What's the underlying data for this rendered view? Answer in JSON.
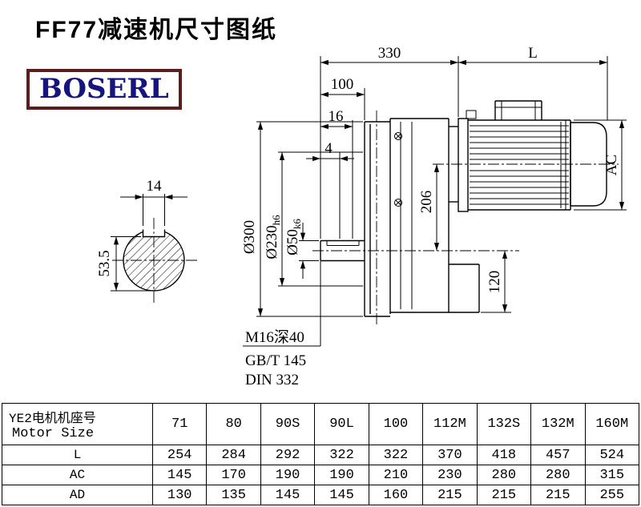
{
  "page": {
    "title": "FF77减速机尺寸图纸"
  },
  "logo": {
    "text": "BOSERL"
  },
  "colors": {
    "logo_border": "#5a1e1e",
    "logo_text": "#15157d",
    "line": "#000000"
  },
  "drawing": {
    "dim_330": "330",
    "dim_L": "L",
    "dim_100": "100",
    "dim_16": "16",
    "dim_4": "4",
    "dim_14": "14",
    "dim_53_5": "53.5",
    "dim_206": "206",
    "dim_120": "120",
    "dim_AC": "AC",
    "dia_300": "Ø300",
    "dia_230": "Ø230",
    "dia_230_tol": "h6",
    "dia_50": "Ø50",
    "dia_50_tol": "k6",
    "note_tap": "M16深40",
    "note_gb": "GB/T 145",
    "note_din": "DIN 332"
  },
  "table": {
    "motor_label_cn": "YE2电机机座号",
    "motor_label_en": "Motor Size",
    "sizes": [
      "71",
      "80",
      "90S",
      "90L",
      "100",
      "112M",
      "132S",
      "132M",
      "160M"
    ],
    "rows": [
      {
        "label": "L",
        "values": [
          "254",
          "284",
          "292",
          "322",
          "322",
          "370",
          "418",
          "457",
          "524"
        ]
      },
      {
        "label": "AC",
        "values": [
          "145",
          "170",
          "190",
          "190",
          "210",
          "230",
          "280",
          "280",
          "315"
        ]
      },
      {
        "label": "AD",
        "values": [
          "130",
          "135",
          "145",
          "145",
          "160",
          "215",
          "215",
          "215",
          "255"
        ]
      }
    ]
  }
}
